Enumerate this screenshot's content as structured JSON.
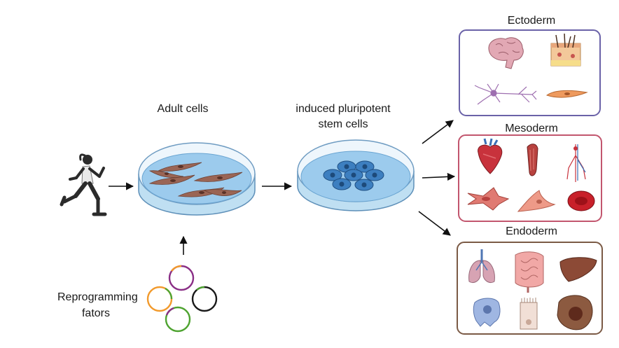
{
  "labels": {
    "adult_cells": "Adult cells",
    "ipsc_line1": "induced pluripotent",
    "ipsc_line2": "stem cells",
    "reprogramming_line1": "Reprogramming",
    "reprogramming_line2": "fators",
    "ectoderm": "Ectoderm",
    "mesoderm": "Mesoderm",
    "endoderm": "Endoderm"
  },
  "colors": {
    "ectoderm_border": "#6a62a8",
    "mesoderm_border": "#c2566e",
    "endoderm_border": "#7b5a45",
    "dish_blue": "#8fc3e6",
    "fibroblast": "#9a6555",
    "ipsc_cell": "#3d7fc0"
  },
  "icons": {
    "runner": "runner-icon",
    "dish_adult": "petri-dish-fibroblasts-icon",
    "dish_ipsc": "petri-dish-ipsc-icon",
    "plasmids": [
      "plasmid-orange-purple-icon",
      "plasmid-orange-green-icon",
      "plasmid-black-green-icon",
      "plasmid-green-purple-icon"
    ],
    "ectoderm": [
      "brain-icon",
      "skin-icon",
      "neuron-icon",
      "melanocyte-icon"
    ],
    "mesoderm": [
      "heart-icon",
      "muscle-icon",
      "blood-vessels-icon",
      "smooth-muscle-cell-icon",
      "fibroblast-cell-icon",
      "red-blood-cell-icon"
    ],
    "endoderm": [
      "lungs-icon",
      "intestine-icon",
      "liver-icon",
      "pancreatic-cell-icon",
      "epithelial-cell-icon",
      "hepatocyte-icon"
    ]
  }
}
